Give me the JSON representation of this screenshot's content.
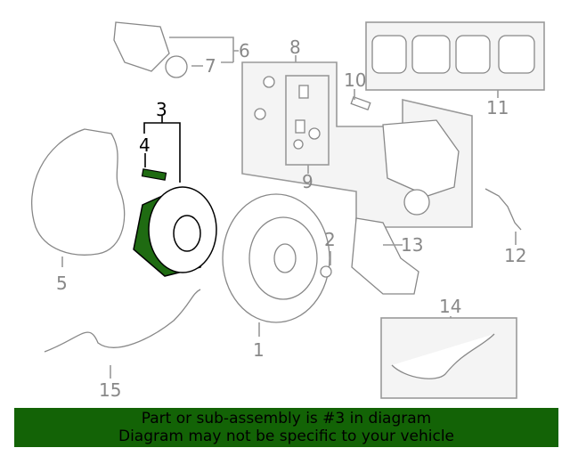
{
  "callouts": {
    "c1": "1",
    "c2": "2",
    "c3": "3",
    "c4": "4",
    "c5": "5",
    "c6": "6",
    "c7": "7",
    "c8": "8",
    "c9": "9",
    "c10": "10",
    "c11": "11",
    "c12": "12",
    "c13": "13",
    "c14": "14",
    "c15": "15"
  },
  "highlighted_part": "3",
  "colors": {
    "banner": "#136306",
    "highlight": "#1f6b12"
  },
  "banner": {
    "line1": "Part or sub-assembly is #3 in diagram",
    "line2": "Diagram may not be specific to your vehicle"
  }
}
